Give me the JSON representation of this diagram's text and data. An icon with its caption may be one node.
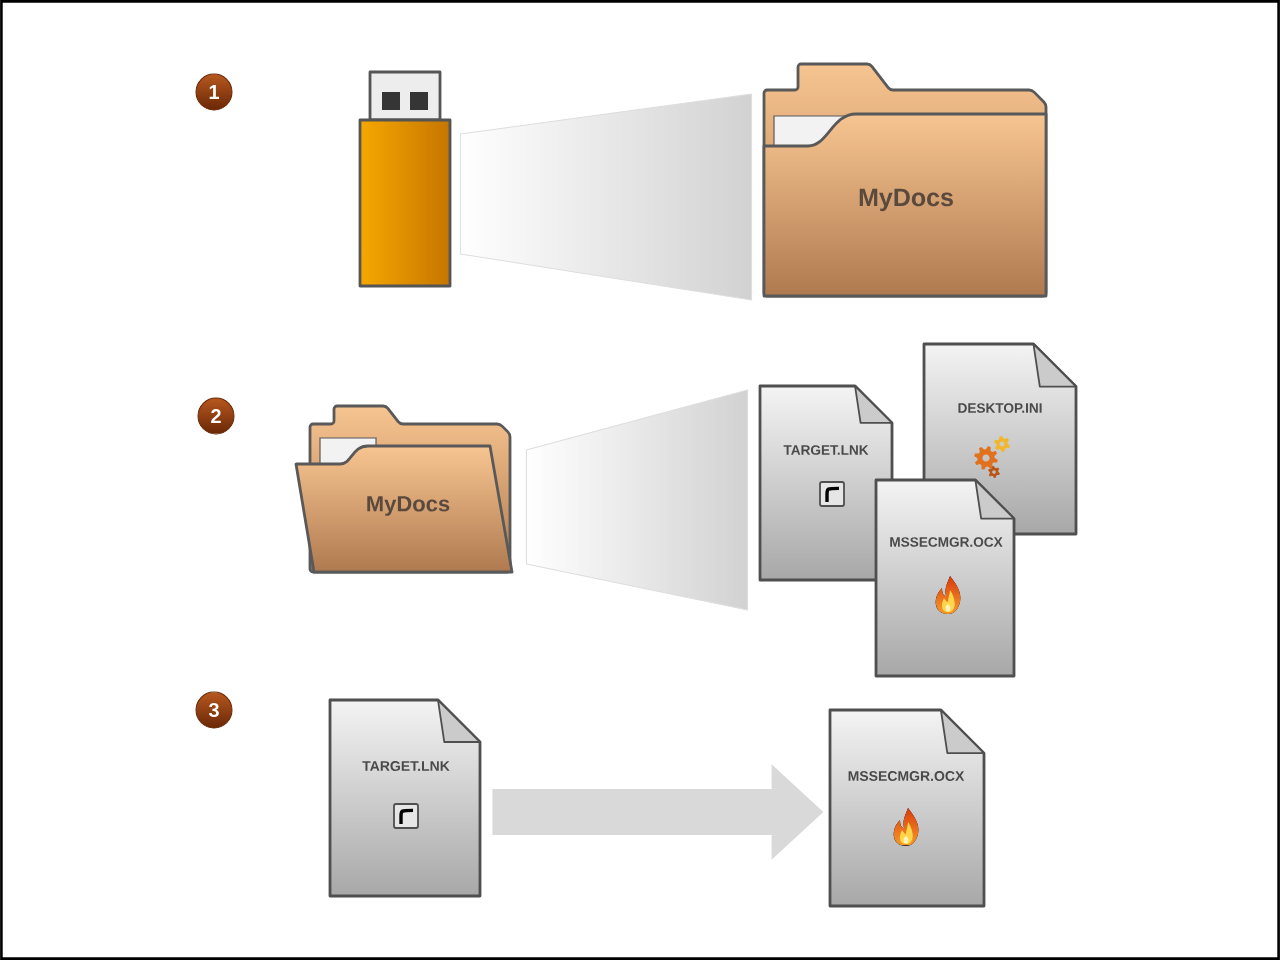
{
  "diagram": {
    "nodes": [
      {
        "text": [
          "1"
        ]
      },
      {
        "text": [],
        "shape": "picture"
      },
      {
        "text": [
          "MyDocs"
        ]
      },
      {
        "text": [
          "2"
        ]
      },
      {
        "text": [
          "MyDocs"
        ]
      },
      {
        "text": [
          "TARGET.LNK"
        ]
      },
      {
        "text": [
          "DESKTOP.INI"
        ]
      },
      {
        "text": [
          "MSSECMGR.OCX"
        ]
      },
      {
        "text": [
          "3"
        ]
      },
      {
        "text": [
          "TARGET.LNK"
        ]
      },
      {
        "text": [
          "MSSECMGR.OCX"
        ]
      }
    ],
    "edges": [
      {
        "from": 1,
        "to": 2,
        "arrow": "none"
      },
      {
        "from": 4,
        "to": 5,
        "arrow": "none"
      },
      {
        "from": 9,
        "to": 10,
        "arrow": "to"
      }
    ]
  }
}
